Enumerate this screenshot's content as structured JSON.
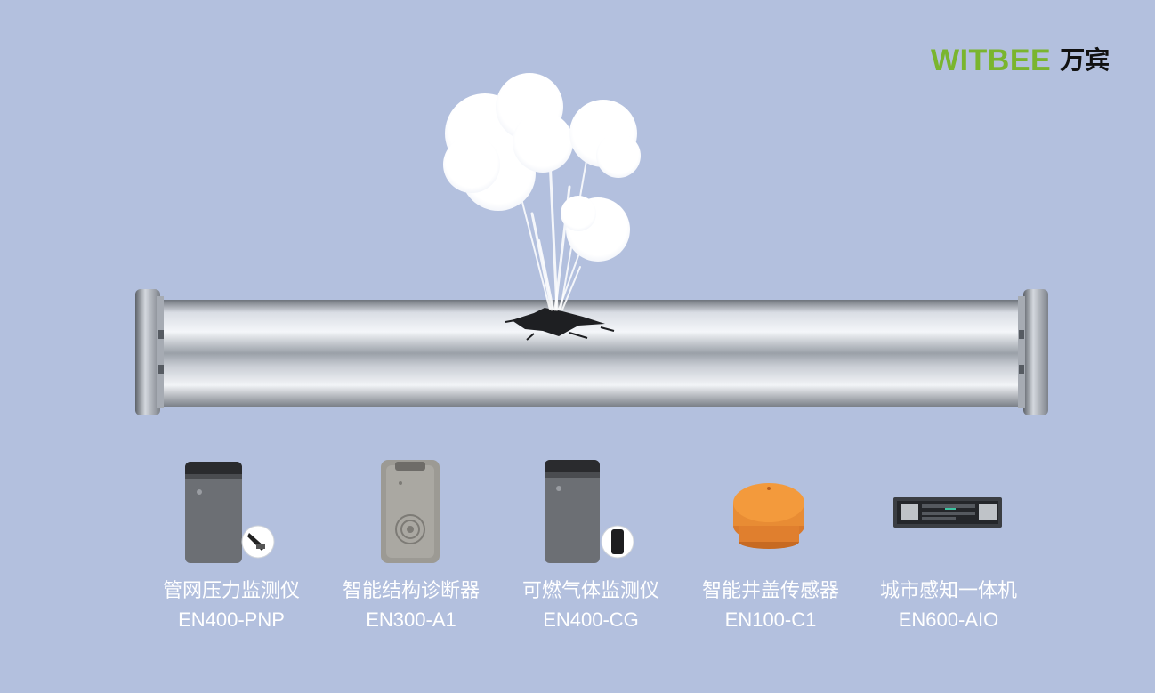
{
  "brand": {
    "name_en": "WITBEE",
    "name_cn": "万宾",
    "color": "#7ab52e"
  },
  "background_color": "#b3c0de",
  "scene": {
    "subject": "pipe-leak-illustration",
    "icon": "burst-pipe-icon"
  },
  "products": [
    {
      "name": "管网压力监测仪",
      "model": "EN400-PNP",
      "icon": "pressure-monitor-icon"
    },
    {
      "name": "智能结构诊断器",
      "model": "EN300-A1",
      "icon": "structure-diagnostor-icon"
    },
    {
      "name": "可燃气体监测仪",
      "model": "EN400-CG",
      "icon": "gas-monitor-icon"
    },
    {
      "name": "智能井盖传感器",
      "model": "EN100-C1",
      "icon": "manhole-sensor-icon"
    },
    {
      "name": "城市感知一体机",
      "model": "EN600-AIO",
      "icon": "server-icon"
    }
  ]
}
